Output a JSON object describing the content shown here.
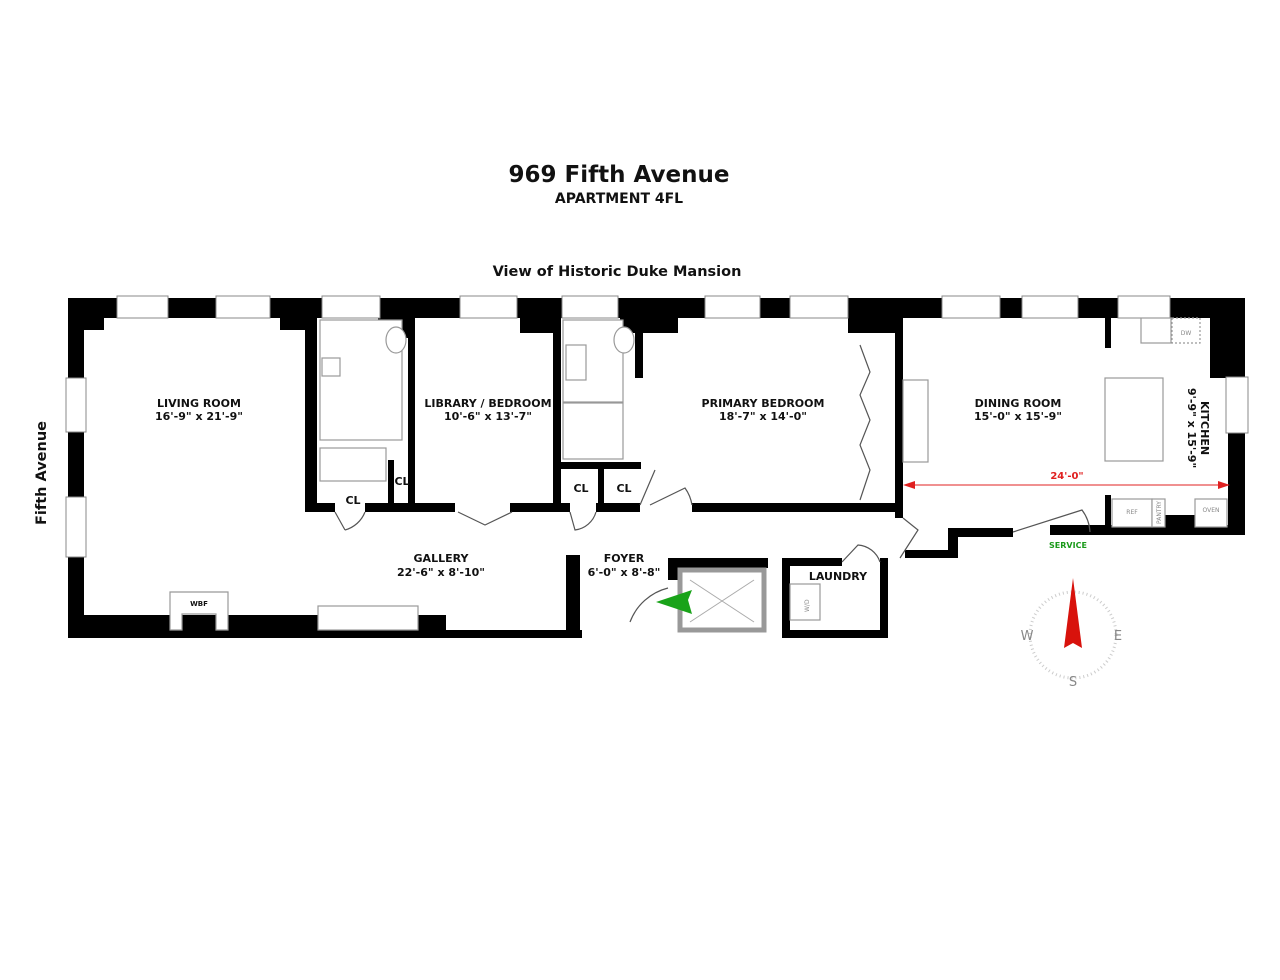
{
  "header": {
    "title": "969 Fifth Avenue",
    "subtitle": "APARTMENT 4FL"
  },
  "view_label": "View of Historic Duke Mansion",
  "street_label": "Fifth Avenue",
  "rooms": {
    "living": {
      "name": "LIVING ROOM",
      "dims": "16'-9\" x 21'-9\""
    },
    "library": {
      "name": "LIBRARY / BEDROOM",
      "dims": "10'-6\" x 13'-7\""
    },
    "primary": {
      "name": "PRIMARY BEDROOM",
      "dims": "18'-7\" x 14'-0\""
    },
    "dining": {
      "name": "DINING ROOM",
      "dims": "15'-0\" x 15'-9\""
    },
    "kitchen": {
      "name": "KITCHEN",
      "dims": "9'-9\" x 15'-9\""
    },
    "gallery": {
      "name": "GALLERY",
      "dims": "22'-6\" x 8'-10\""
    },
    "foyer": {
      "name": "FOYER",
      "dims": "6'-0\" x 8'-8\""
    },
    "laundry": {
      "name": "LAUNDRY"
    }
  },
  "closets": [
    "CL",
    "CL",
    "CL",
    "CL"
  ],
  "fixtures": {
    "wbf": "WBF",
    "wd": "W/D",
    "ref": "REF",
    "pantry": "PANTRY",
    "oven": "OVEN",
    "dw": "DW"
  },
  "service_label": "SERVICE",
  "dimension_line": "24'-0\"",
  "compass": {
    "w": "W",
    "e": "E",
    "s": "S"
  },
  "colors": {
    "dimension": "#e02020",
    "service": "#1a9a1a",
    "entry_arrow": "#19a319",
    "compass_needle": "#d8120c"
  }
}
